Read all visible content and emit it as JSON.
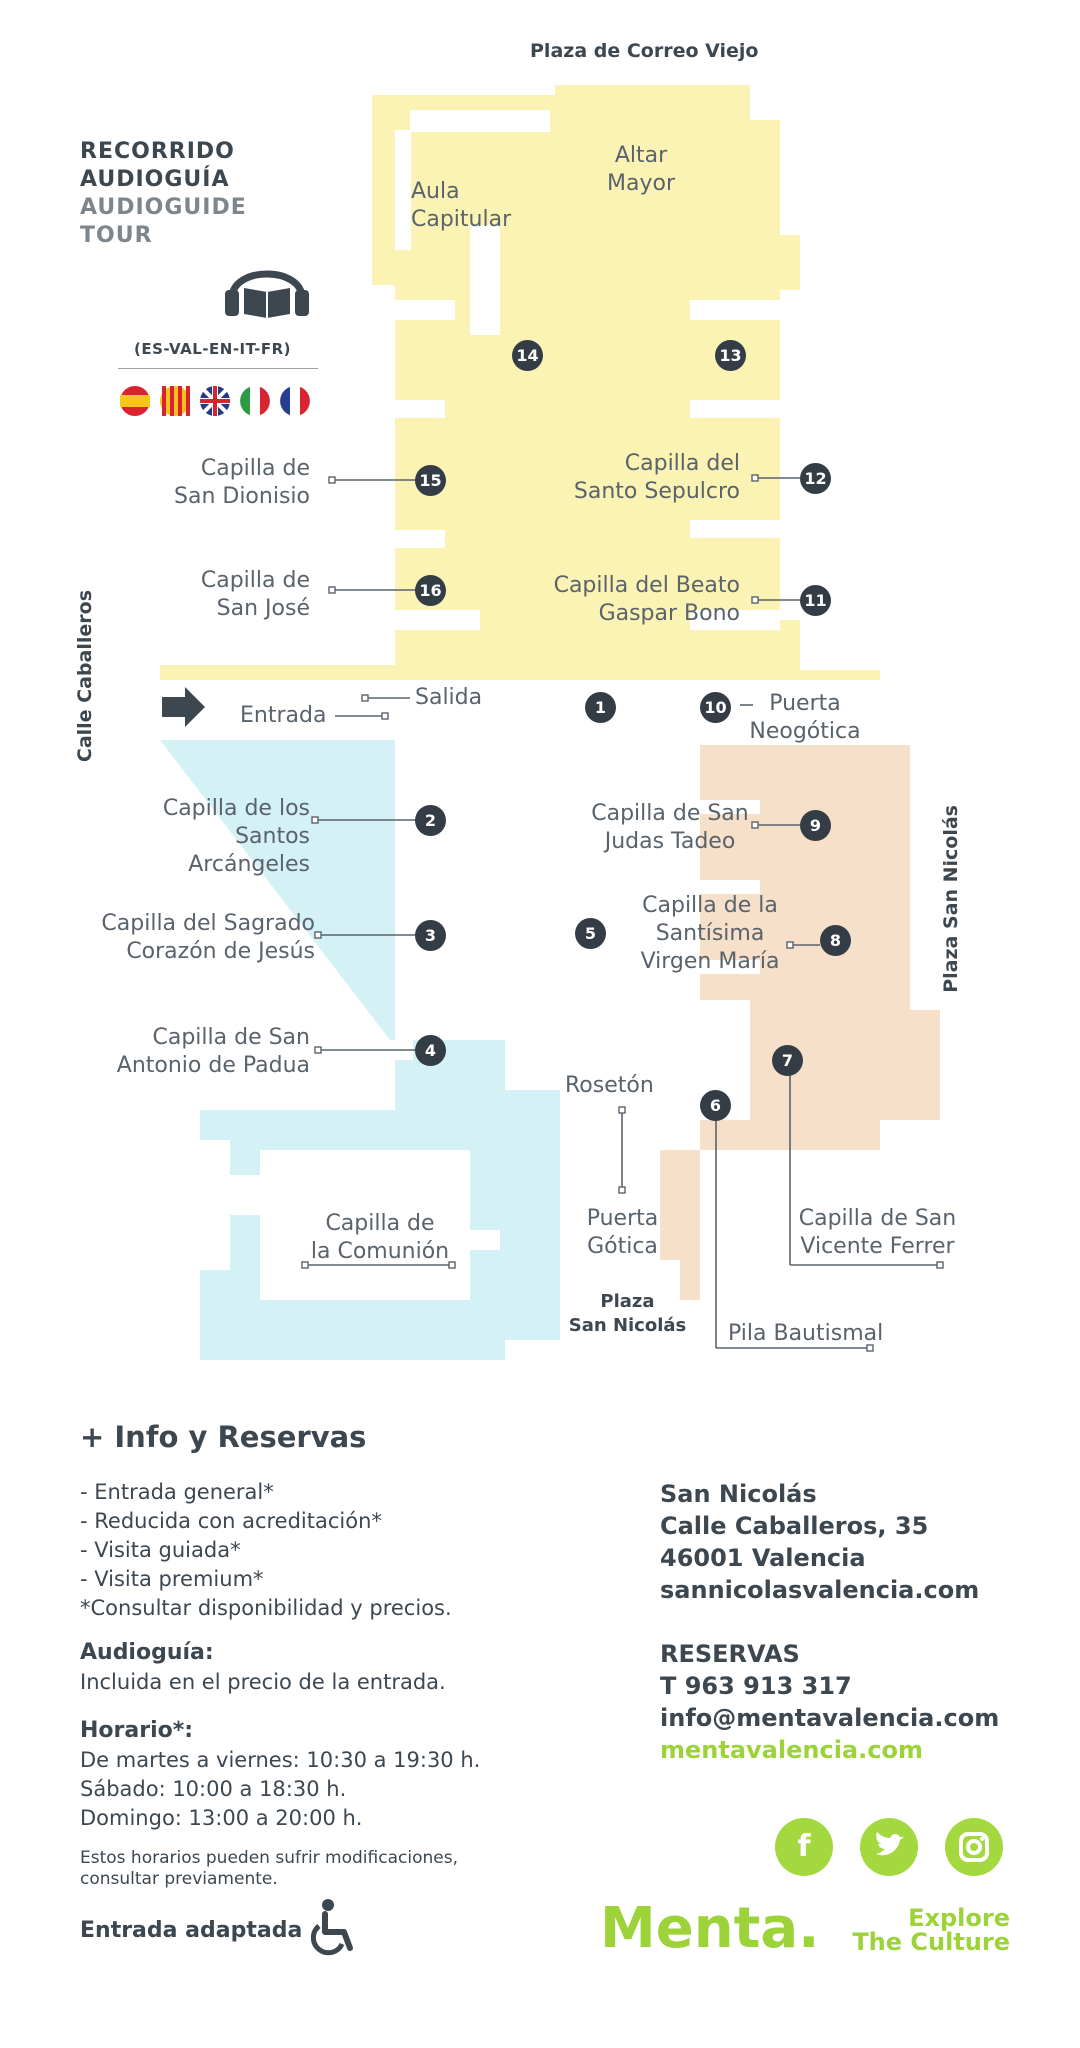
{
  "streets": {
    "top": "Plaza de Correo Viejo",
    "left": "Calle Caballeros",
    "right": "Plaza San Nicolás",
    "bottom": "Plaza\nSan Nicolás"
  },
  "tour": {
    "title_es_1": "RECORRIDO",
    "title_es_2": "AUDIOGUÍA",
    "title_en_1": "AUDIOGUIDE",
    "title_en_2": "TOUR",
    "languages": "(ES-VAL-EN-IT-FR)"
  },
  "places": {
    "aula_capitular": "Aula\nCapitular",
    "altar_mayor": "Altar\nMayor",
    "capilla_san_dionisio": "Capilla de\nSan Dionisio",
    "capilla_santo_sepulcro": "Capilla del\nSanto Sepulcro",
    "capilla_san_jose": "Capilla de\nSan José",
    "capilla_beato_gaspar": "Capilla del Beato\nGaspar Bono",
    "salida": "Salida",
    "entrada": "Entrada",
    "puerta_neogotica": "Puerta\nNeogótica",
    "capilla_santos_arcangeles": "Capilla de los\nSantos Arcángeles",
    "capilla_san_judas": "Capilla de San\nJudas Tadeo",
    "capilla_sagrado_corazon": "Capilla del Sagrado\nCorazón de Jesús",
    "capilla_virgen_maria": "Capilla de la\nSantísima\nVirgen María",
    "capilla_san_antonio": "Capilla de San\nAntonio de Padua",
    "roseton": "Rosetón",
    "capilla_comunion": "Capilla de\nla Comunión",
    "puerta_gotica": "Puerta\nGótica",
    "capilla_san_vicente": "Capilla de San\nVicente Ferrer",
    "pila_bautismal": "Pila Bautismal"
  },
  "numbers": [
    "1",
    "2",
    "3",
    "4",
    "5",
    "6",
    "7",
    "8",
    "9",
    "10",
    "11",
    "12",
    "13",
    "14",
    "15",
    "16"
  ],
  "info": {
    "title": "+ Info y Reservas",
    "list": [
      "- Entrada general*",
      "- Reducida con acreditación*",
      "- Visita guiada*",
      "- Visita premium*",
      "*Consultar disponibilidad y precios."
    ],
    "audioguia_heading": "Audioguía:",
    "audioguia_text": "Incluida en el precio de la entrada.",
    "horario_heading": "Horario*:",
    "horario_lines": [
      "De martes a viernes: 10:30 a 19:30 h.",
      "Sábado: 10:00 a  18:30 h.",
      "Domingo: 13:00 a  20:00 h."
    ],
    "note_lines": [
      "Estos horarios pueden sufrir modificaciones,",
      "consultar previamente."
    ],
    "accessible": "Entrada adaptada"
  },
  "contact": {
    "name": "San Nicolás",
    "street": "Calle Caballeros, 35",
    "city": "46001 Valencia",
    "web": "sannicolasvalencia.com",
    "reservas": "RESERVAS",
    "phone": "T  963 913 317",
    "email": "info@mentavalencia.com",
    "web2": "mentavalencia.com"
  },
  "brand": {
    "name": "Menta.",
    "tagline_1": "Explore",
    "tagline_2": "The Culture"
  },
  "colors": {
    "zone_yellow": "#fbf3b4",
    "zone_blue": "#d4f1f6",
    "zone_peach": "#f6e0c9",
    "marker": "#343c45",
    "accent_green": "#9bd339"
  },
  "icons": {
    "audio": "headphones-book-icon",
    "entrance": "arrow-right-icon",
    "accessibility": "wheelchair-icon",
    "social": [
      "facebook-icon",
      "twitter-icon",
      "instagram-icon"
    ]
  }
}
